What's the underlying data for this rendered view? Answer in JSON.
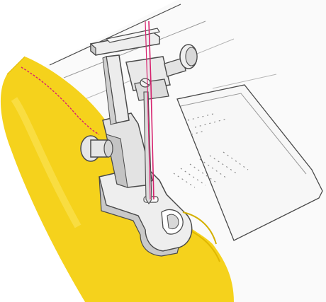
{
  "illustration": {
    "subject": "sewing-machine-presser-foot-with-fabric",
    "colors": {
      "background": "#ffffff",
      "outline": "#4a4a4a",
      "metal_light": "#f2f2f2",
      "metal_mid": "#d8d8d8",
      "metal_shade": "#bdbdbd",
      "fabric": "#f5d21c",
      "fabric_highlight": "#fbe55a",
      "thread": "#d6226e",
      "bed": "#fafafa"
    },
    "icons": [
      "presser-foot",
      "needle",
      "thread",
      "fabric",
      "needle-plate"
    ]
  }
}
